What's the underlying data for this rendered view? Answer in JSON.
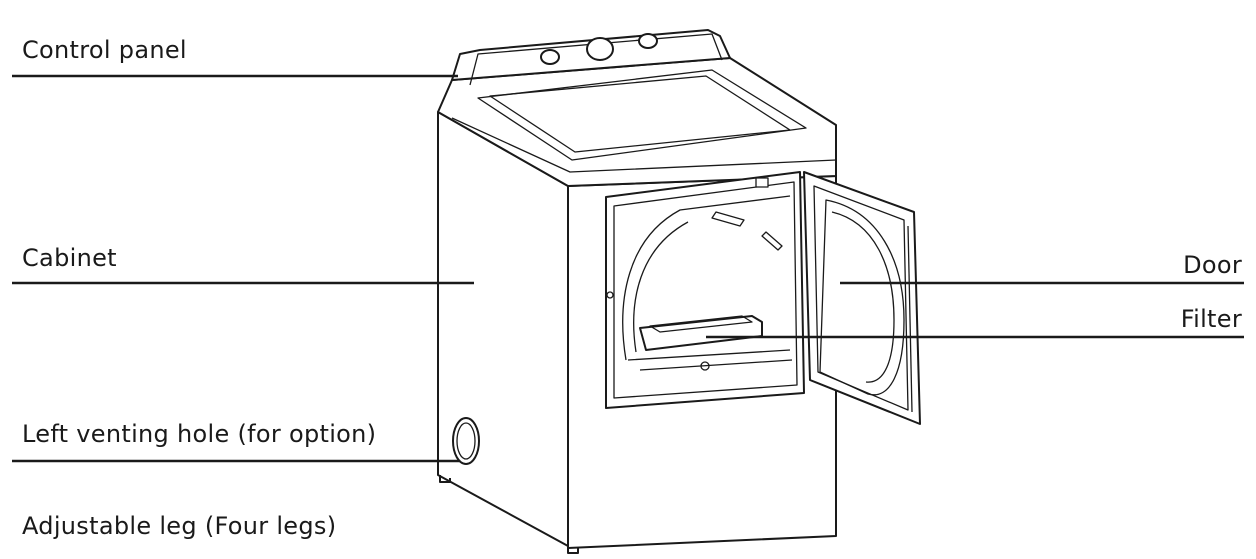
{
  "labels": {
    "control_panel": "Control panel",
    "cabinet": "Cabinet",
    "left_venting_hole": "Left venting hole (for option)",
    "adjustable_leg": "Adjustable leg (Four legs)",
    "door": "Door",
    "filter": "Filter"
  }
}
